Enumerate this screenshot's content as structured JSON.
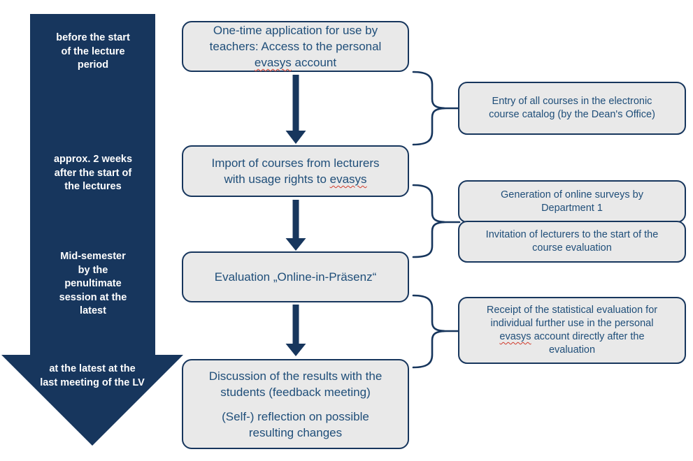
{
  "colors": {
    "navy": "#17365d",
    "box_fill": "#e9e9e9",
    "box_text_blue": "#1f4e79",
    "timeline_text": "#ffffff",
    "spellcheck_underline_red": "#d03a2b"
  },
  "timeline": {
    "labels": [
      {
        "text": "before the start\nof the lecture\nperiod"
      },
      {
        "text": "approx. 2 weeks\nafter the start of\nthe lectures"
      },
      {
        "text": "Mid-semester\nby the\npenultimate\nsession at the\nlatest"
      },
      {
        "text": "at the latest at the\nlast meeting of the LV"
      }
    ]
  },
  "process_boxes": [
    {
      "before": "One-time application for use by\nteachers: Access to the personal\n",
      "word": "evasys",
      "after": " account"
    },
    {
      "before": "Import of courses from lecturers\nwith usage rights to ",
      "word": "evasys",
      "after": ""
    },
    {
      "text": "Evaluation „Online-in-Präsenz“"
    },
    {
      "paragraph1": "Discussion of the results with the\nstudents (feedback meeting)",
      "paragraph2": "(Self-) reflection on possible\nresulting changes"
    }
  ],
  "side_boxes": [
    {
      "text": "Entry of all courses in the electronic\ncourse catalog (by the Dean's Office)"
    },
    {
      "text": "Generation of online surveys by\nDepartment 1"
    },
    {
      "text": "Invitation of lecturers to the start of the\ncourse evaluation"
    },
    {
      "before": "Receipt of the statistical evaluation for\nindividual further use in the personal\n",
      "word": "evasys",
      "after": " account directly after the\nevaluation"
    }
  ]
}
